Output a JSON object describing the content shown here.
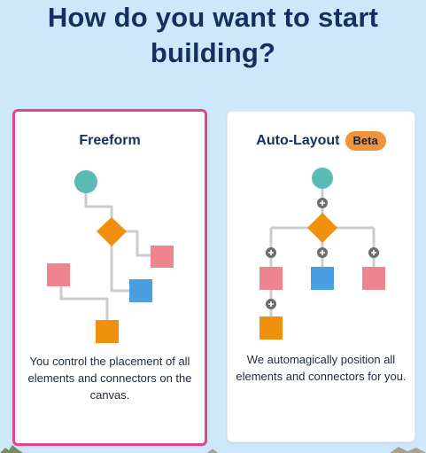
{
  "headline": "How do you want to start building?",
  "cards": [
    {
      "title": "Freeform",
      "description": "You control the placement of all elements and connectors on the canvas."
    },
    {
      "title": "Auto-Layout",
      "badge": "Beta",
      "description": "We automagically position all elements and connectors for you."
    }
  ],
  "colors": {
    "background": "#cde7fb",
    "headline": "#15305f",
    "selected_border": "#e0468c",
    "badge": "#f0933a",
    "start_node": "#5bbab6",
    "decision_node": "#f0900c",
    "pink_node": "#ee858e",
    "blue_node": "#4a9fe0",
    "connector": "#c9cdd2",
    "plus_button": "#6c6c6c"
  }
}
